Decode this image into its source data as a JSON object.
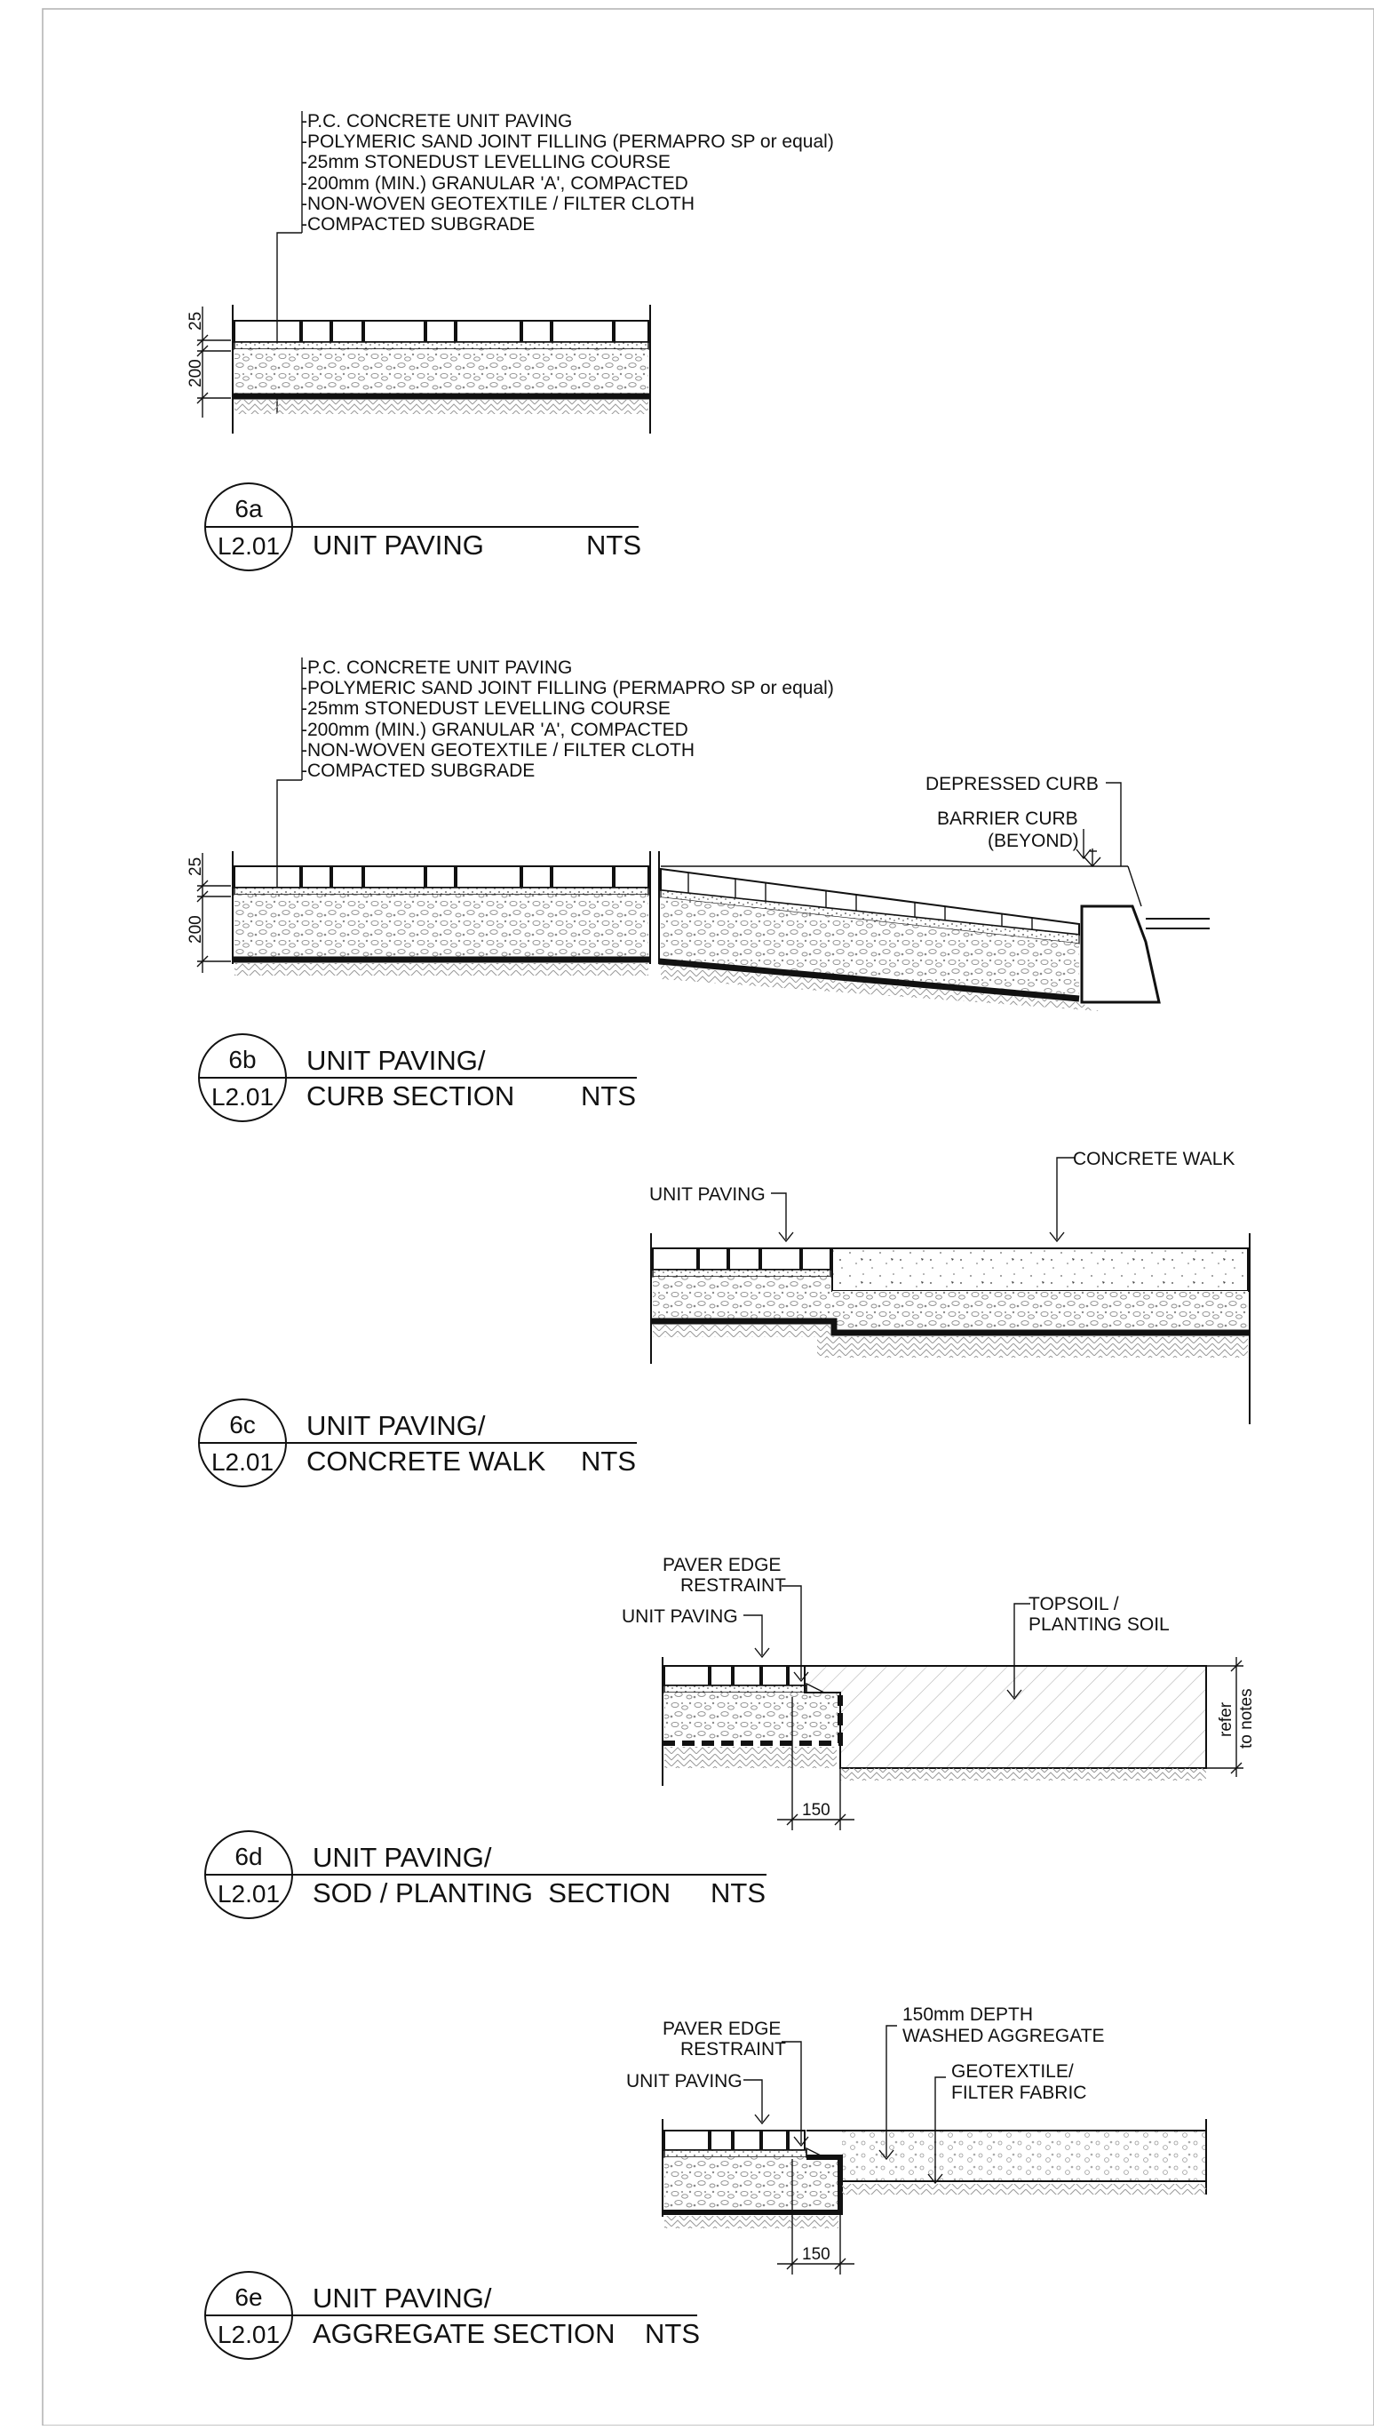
{
  "paving_notes": [
    "-P.C. CONCRETE UNIT PAVING",
    "-POLYMERIC SAND JOINT FILLING (PERMAPRO SP or equal)",
    "-25mm STONEDUST LEVELLING COURSE",
    "-200mm (MIN.) GRANULAR 'A', COMPACTED",
    "-NON-WOVEN GEOTEXTILE / FILTER CLOTH",
    "-COMPACTED SUBGRADE"
  ],
  "dims": {
    "d25": "25",
    "d200": "200",
    "d150": "150"
  },
  "details": {
    "a": {
      "num": "6a",
      "sheet": "L2.01",
      "line1": "UNIT PAVING",
      "line2": "",
      "scale": "NTS"
    },
    "b": {
      "num": "6b",
      "sheet": "L2.01",
      "line1": "UNIT PAVING/",
      "line2": "CURB SECTION",
      "scale": "NTS",
      "depressed_curb": "DEPRESSED CURB",
      "barrier_curb_1": "BARRIER CURB",
      "barrier_curb_2": "(BEYOND)"
    },
    "c": {
      "num": "6c",
      "sheet": "L2.01",
      "line1": "UNIT PAVING/",
      "line2": "CONCRETE WALK",
      "scale": "NTS",
      "unit_paving": "UNIT PAVING",
      "concrete_walk": "CONCRETE WALK"
    },
    "d": {
      "num": "6d",
      "sheet": "L2.01",
      "line1": "UNIT PAVING/",
      "line2": "SOD / PLANTING  SECTION",
      "scale": "NTS",
      "edge_1": "PAVER EDGE",
      "edge_2": "RESTRAINT",
      "unit_paving": "UNIT PAVING",
      "topsoil_1": "TOPSOIL /",
      "topsoil_2": "PLANTING SOIL",
      "refer_1": "refer",
      "refer_2": "to notes"
    },
    "e": {
      "num": "6e",
      "sheet": "L2.01",
      "line1": "UNIT PAVING/",
      "line2": "AGGREGATE SECTION",
      "scale": "NTS",
      "edge_1": "PAVER EDGE",
      "edge_2": "RESTRAINT",
      "unit_paving": "UNIT PAVING",
      "agg_1": "150mm DEPTH",
      "agg_2": "WASHED AGGREGATE",
      "geo_1": "GEOTEXTILE/",
      "geo_2": "FILTER FABRIC"
    }
  }
}
